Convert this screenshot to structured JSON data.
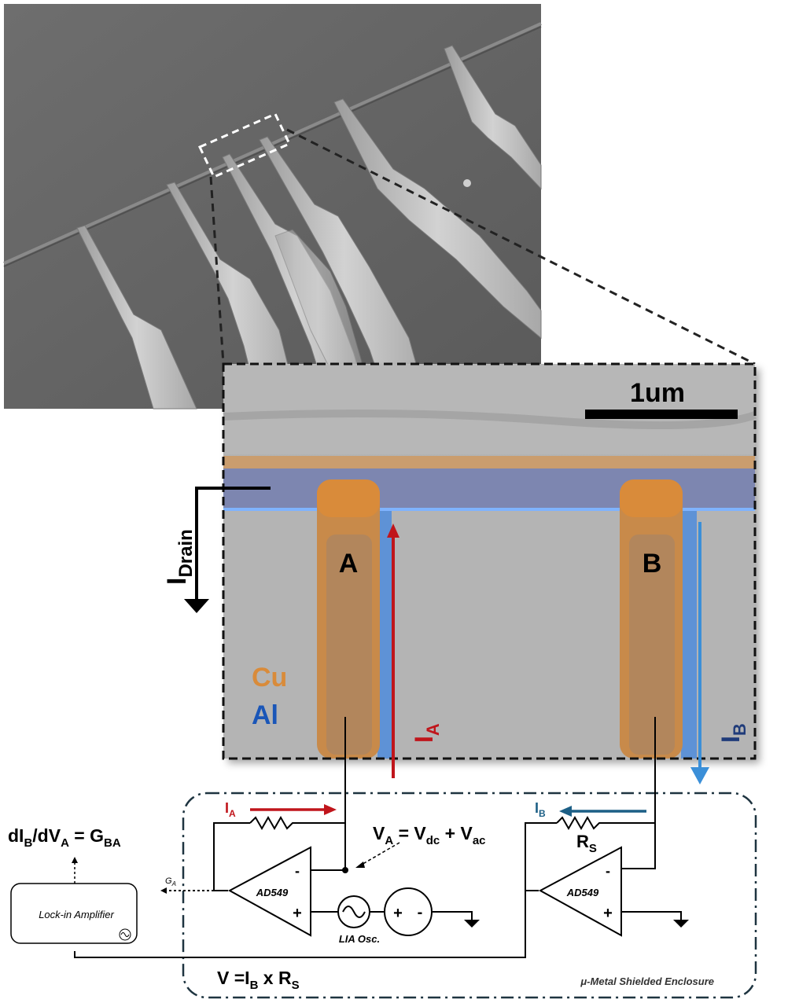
{
  "zoom_image": {
    "scale_bar_label": "1um",
    "material_labels": {
      "copper": "Cu",
      "aluminum": "Al"
    },
    "electrode_labels": {
      "a": "A",
      "b": "B"
    }
  },
  "currents": {
    "drain": {
      "main": "I",
      "sub": "Drain"
    },
    "ia_sem": {
      "main": "I",
      "sub": "A"
    },
    "ib_sem": {
      "main": "I",
      "sub": "B"
    },
    "ia_circuit": {
      "main": "I",
      "sub": "A"
    },
    "ib_circuit": {
      "main": "I",
      "sub": "B"
    }
  },
  "circuit": {
    "opamp_left": "AD549",
    "opamp_right": "AD549",
    "minus": "-",
    "plus": "+",
    "osc_label": "LIA Osc.",
    "lockin_label": "Lock-in Amplifier",
    "enclosure_label": "μ-Metal Shielded Enclosure",
    "rs": {
      "main": "R",
      "sub": "S"
    },
    "ga": {
      "main": "G",
      "sub": "A"
    },
    "va_eq": {
      "v": "V",
      "a": "A",
      "eq": " = V",
      "dc": "dc",
      "plus": " + V",
      "ac": "ac"
    },
    "v_eq": {
      "pre": "V =I",
      "b": "B",
      "mid": " x R",
      "s": "S"
    },
    "gba_eq": {
      "pre": "dI",
      "b": "B",
      "mid": "/dV",
      "a": "A",
      "eq": " = G",
      "ba": "BA"
    }
  },
  "colors": {
    "copper": "#d98b3a",
    "aluminum": "#4f78c8",
    "ia_red": "#c0151b",
    "ib_blue": "#1c5f86",
    "ib_sem_blue": "#1f3b7a",
    "sem_gray": "#8a8a8a"
  }
}
